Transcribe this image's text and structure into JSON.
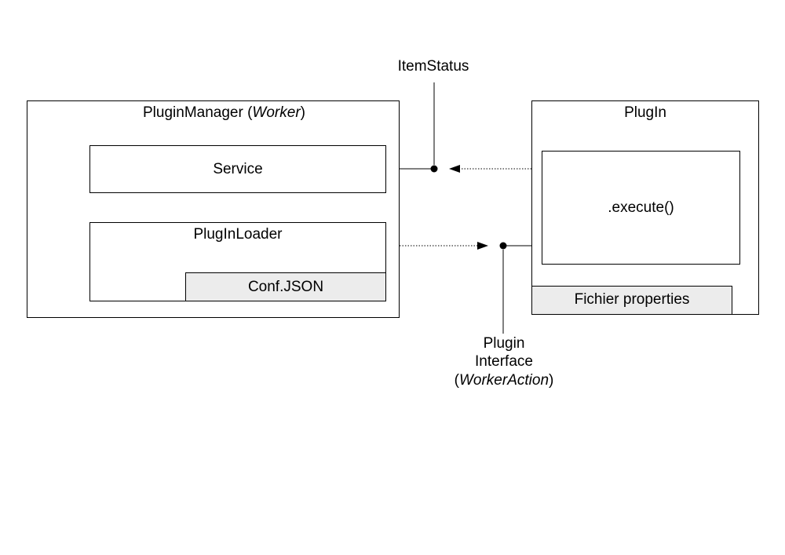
{
  "plugin_manager": {
    "title": "PluginManager (",
    "title_role": "Worker",
    "title_close": ")",
    "service_label": "Service",
    "loader_label": "PlugInLoader",
    "conf_label": "Conf.JSON"
  },
  "plugin": {
    "title": "PlugIn",
    "execute_label": ".execute()",
    "properties_label": "Fichier properties"
  },
  "interfaces": {
    "item_status": "ItemStatus",
    "plugin_interface_line1": "Plugin",
    "plugin_interface_line2": "Interface",
    "plugin_interface_open": "(",
    "plugin_interface_role": "WorkerAction",
    "plugin_interface_close": ")"
  }
}
